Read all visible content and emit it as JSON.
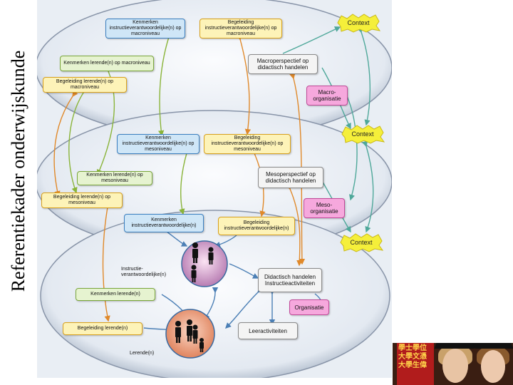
{
  "side_title": "Referentiekader onderwijskunde",
  "macro": {
    "kenmerken_instructie": "Kenmerken instructieverantwoordelijke(n) op macroniveau",
    "begeleiding_instructie": "Begeleiding instructieverantwoordelijke(n) op macroniveau",
    "kenmerken_lerende": "Kenmerken lerende(n) op macroniveau",
    "begeleiding_lerende": "Begeleiding lerende(n) op macroniveau",
    "perspectief": "Macroperspectief op didactisch handelen",
    "organisatie": "Macro-organisatie"
  },
  "meso": {
    "kenmerken_instructie": "Kenmerken instructieverantwoordelijke(n) op mesoniveau",
    "begeleiding_instructie": "Begeleiding instructieverantwoordelijke(n) op mesoniveau",
    "kenmerken_lerende": "Kenmerken lerende(n) op mesoniveau",
    "begeleiding_lerende": "Begeleiding lerende(n) op mesoniveau",
    "perspectief": "Mesoperspectief op didactisch handelen",
    "organisatie": "Meso-organisatie"
  },
  "micro": {
    "kenmerken_instructie": "Kenmerken instructieverantwoordelijke(n)",
    "begeleiding_instructie": "Begeleiding instructieverantwoordelijke(n)",
    "instructie_label": "Instructie-verantwoordelijke(n)",
    "kenmerken_lerende": "Kenmerken lerende(n)",
    "begeleiding_lerende": "Begeleiding lerende(n)",
    "lerende_label": "Lerende(n)",
    "didactisch": "Didactisch handelen Instructieactiviteiten",
    "organisatie": "Organisatie",
    "leeractiviteiten": "Leeractiviteiten"
  },
  "context": [
    "Context",
    "Context",
    "Context"
  ],
  "photo": {
    "sign_text": "學士學位 大學文憑 大學生偉"
  },
  "colors": {
    "blue": "#cfe6f7",
    "yellow": "#fdf3b8",
    "green": "#e6f3d0",
    "pink": "#f6a8dd",
    "context": "#f5ef3a",
    "arrow_green": "#8ab43a",
    "arrow_orange": "#e0892a",
    "arrow_blue": "#4b7fb5"
  }
}
